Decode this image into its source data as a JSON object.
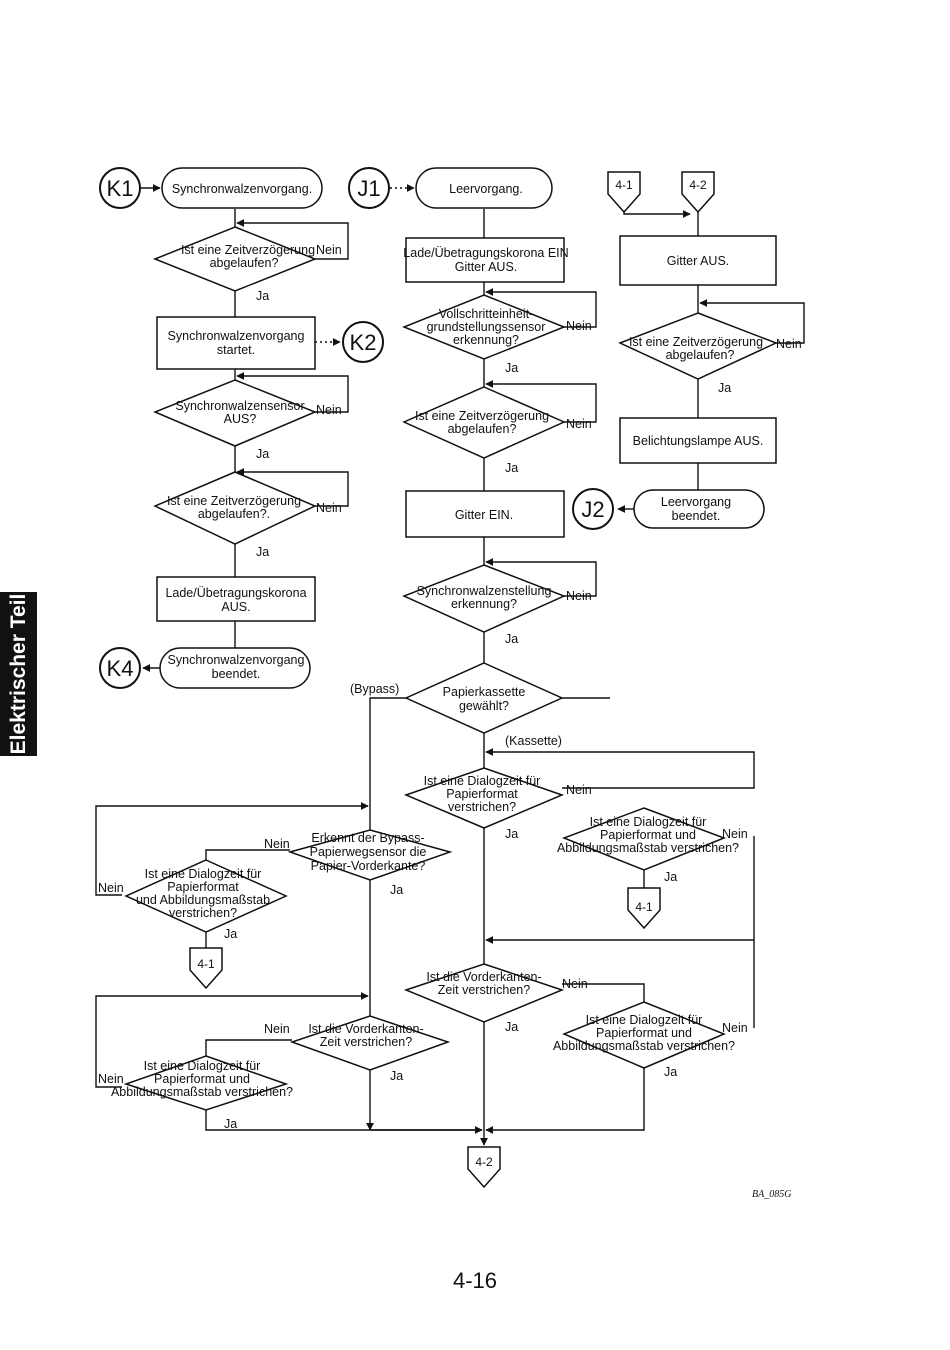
{
  "page": {
    "section_tab": "Elektrischer Teil",
    "page_number": "4-16",
    "figure_code": "BA_085G"
  },
  "connectors": {
    "k1": "K1",
    "k2": "K2",
    "k4": "K4",
    "j1": "J1",
    "j2": "J2",
    "off_4_1": "4-1",
    "off_4_2": "4-2"
  },
  "common": {
    "yes": "Ja",
    "no": "Nein"
  },
  "flow_k": {
    "start": "Synchronwalzenvorgang.",
    "delay1": [
      "Ist eine Zeitverzögerung",
      "abgelaufen?"
    ],
    "start_box": [
      "Synchronwalzenvorgang",
      "startet."
    ],
    "sensor_off": [
      "Synchronwalzensensor",
      "AUS?"
    ],
    "delay2": [
      "Ist eine Zeitverzögerung",
      "abgelaufen?."
    ],
    "corona_off": [
      "Lade/Übetragungskorona",
      "AUS."
    ],
    "end": [
      "Synchronwalzenvorgang",
      "beendet."
    ]
  },
  "flow_j": {
    "start": "Leervorgang.",
    "corona_on": [
      "Lade/Übetragungskorona EIN",
      "Gitter AUS."
    ],
    "home_sensor": [
      "Vollschritteinheit-",
      "grundstellungssensor",
      "erkennung?"
    ],
    "delay": [
      "Ist eine Zeitverzögerung",
      "abgelaufen?"
    ],
    "grid_on": "Gitter EIN.",
    "sync_pos": [
      "Synchronwalzenstellung",
      "erkennung?"
    ],
    "cassette_q": [
      "Papierkassette",
      "gewählt?"
    ],
    "bypass_label": "(Bypass)",
    "cassette_label": "(Kassette)"
  },
  "flow_right": {
    "grid_off": "Gitter AUS.",
    "delay": [
      "Ist eine Zeitverzögerung",
      "abgelaufen?"
    ],
    "lamp_off": "Belichtungslampe AUS.",
    "end": [
      "Leervorgang",
      "beendet."
    ]
  },
  "flow_bottom": {
    "dialog_cassette": [
      "Ist eine Dialogzeit für",
      "Papierformat",
      "verstrichen?"
    ],
    "dialog_cassette_scale": [
      "Ist eine Dialogzeit für",
      "Papierformat und",
      "Abbildungsmaßstab verstrichen?"
    ],
    "bypass_sensor": [
      "Erkennt der Bypass-",
      "Papierwegsensor die",
      "Papier-Vorderkante?"
    ],
    "dialog_bypass_scale": [
      "Ist eine Dialogzeit für",
      "Papierformat",
      "und Abbildungsmaßstab",
      "verstrichen?"
    ],
    "edge_right": [
      "Ist die Vorderkanten-",
      "Zeit verstrichen?"
    ],
    "dialog_right_scale": [
      "Ist eine Dialogzeit für",
      "Papierformat und",
      "Abbildungsmaßstab verstrichen?"
    ],
    "edge_left": [
      "Ist die Vorderkanten-",
      "Zeit verstrichen?"
    ],
    "dialog_left_scale": [
      "Ist eine Dialogzeit für",
      "Papierformat und",
      "Abbildungsmaßstab verstrichen?"
    ]
  }
}
